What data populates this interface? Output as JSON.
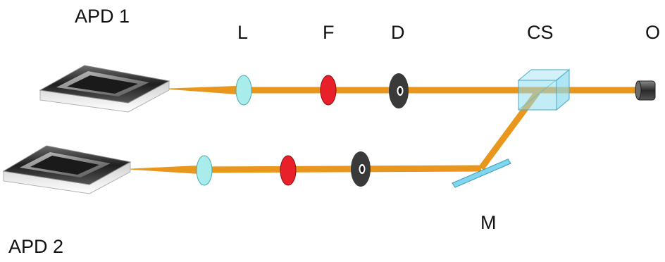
{
  "labels": {
    "apd1": "APD 1",
    "apd2": "APD 2",
    "lens": "L",
    "filter": "F",
    "diaphragm": "D",
    "cube_splitter": "CS",
    "objective": "O",
    "mirror": "M"
  },
  "colors": {
    "beam": "#E8961C",
    "lens": "#A8ECEC",
    "filter": "#E8202A",
    "diaphragm": "#3A3A3A",
    "cube": "#8FDCEE",
    "mirror": "#7FD6EE",
    "objective": "#2E2E2E"
  }
}
